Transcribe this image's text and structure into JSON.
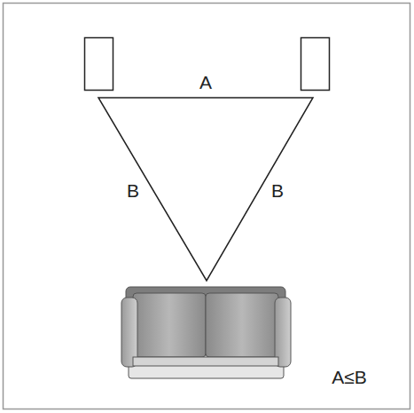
{
  "diagram": {
    "labels": [
      "A",
      "B",
      "B",
      "A≤B"
    ]
  }
}
